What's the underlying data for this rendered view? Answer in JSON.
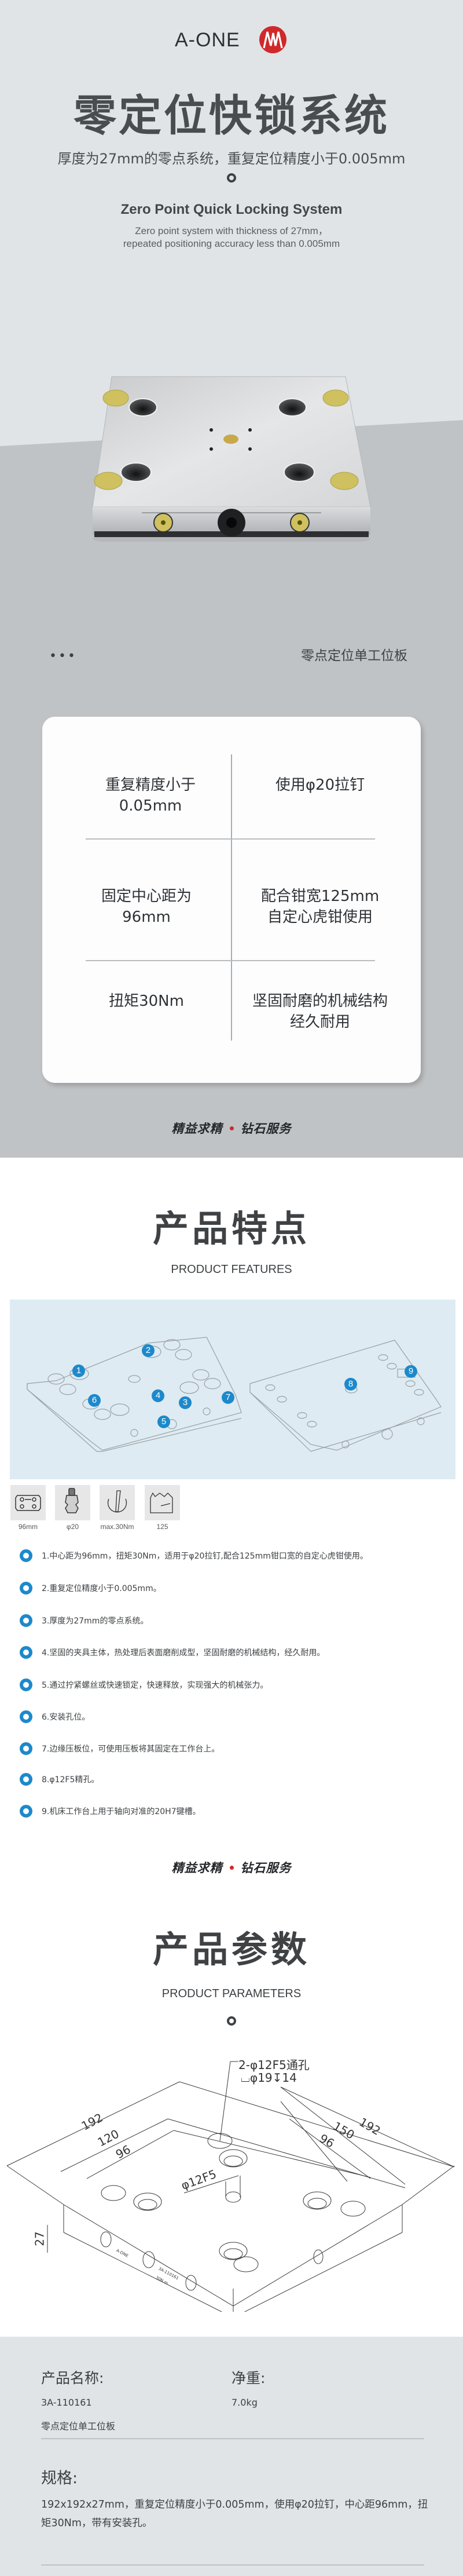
{
  "brand": {
    "logo_text": "A-ONE",
    "accent_color": "#d0292b"
  },
  "hero": {
    "title": "零定位快锁系统",
    "subtitle_cn": "厚度为27mm的零点系统，重复定位精度小于0.005mm",
    "title_en": "Zero Point Quick Locking System",
    "subtitle_en_line1": "Zero point system with thickness of 27mm，",
    "subtitle_en_line2": "repeated positioning accuracy less than 0.005mm",
    "dots": "•••",
    "product_label": "零点定位单工位板"
  },
  "spec_card": {
    "cells": [
      {
        "line1": "重复精度小于",
        "line2": "0.05mm"
      },
      {
        "line1": "使用φ20拉钉",
        "line2": ""
      },
      {
        "line1": "固定中心距为",
        "line2": "96mm"
      },
      {
        "line1": "配合钳宽125mm",
        "line2": "自定心虎钳使用"
      },
      {
        "line1": "扭矩30Nm",
        "line2": ""
      },
      {
        "line1": "坚固耐磨的机械结构",
        "line2": "经久耐用"
      }
    ]
  },
  "motto": {
    "left": "精益求精",
    "right": "钻石服务"
  },
  "features": {
    "title": "产品特点",
    "title_en": "PRODUCT FEATURES",
    "badges": [
      "1",
      "2",
      "3",
      "4",
      "5",
      "6",
      "7",
      "8",
      "9"
    ],
    "spec_icons": [
      {
        "icon": "center-distance-icon",
        "label": "96mm"
      },
      {
        "icon": "pull-stud-icon",
        "label": "φ20"
      },
      {
        "icon": "torque-icon",
        "label": "max.30Nm"
      },
      {
        "icon": "vise-icon",
        "label": "125"
      }
    ],
    "items": [
      "1.中心距为96mm，扭矩30Nm，适用于φ20拉钉,配合125mm钳口宽的自定心虎钳使用。",
      "2.重复定位精度小于0.005mm。",
      "3.厚度为27mm的零点系统。",
      "4.坚固的夹具主体，热处理后表面磨削成型，坚固耐磨的机械结构，经久耐用。",
      "5.通过拧紧螺丝或快速锁定，快速释放，实现强大的机械张力。",
      "6.安装孔位。",
      "7.边缘压板位，可使用压板将其固定在工作台上。",
      "8.φ12F5精孔。",
      "9.机床工作台上用于轴向对准的20H7键槽。"
    ],
    "bullet_color": "#1d89cc"
  },
  "parameters": {
    "title": "产品参数",
    "title_en": "PRODUCT PARAMETERS",
    "drawing": {
      "callout_line1": "2-φ12F5通孔",
      "callout_line2": "⌴φ19↧14",
      "dim_left_outer": "192",
      "dim_left_mid": "120",
      "dim_left_inner": "96",
      "dim_right_outer": "192",
      "dim_right_mid": "150",
      "dim_right_inner": "96",
      "dim_hole": "φ12F5",
      "dim_height": "27",
      "engraving_model": "3A-110161",
      "engraving_torque": "30N.m",
      "engraving_logo": "A-ONE"
    },
    "product_name_label": "产品名称:",
    "product_model": "3A-110161",
    "product_name": "零点定位单工位板",
    "net_weight_label": "净重:",
    "net_weight": "7.0kg",
    "spec_label": "规格:",
    "spec_text": "192x192x27mm，重复定位精度小于0.005mm，使用φ20拉钉，中心距96mm，扭矩30Nm，带有安装孔。"
  }
}
